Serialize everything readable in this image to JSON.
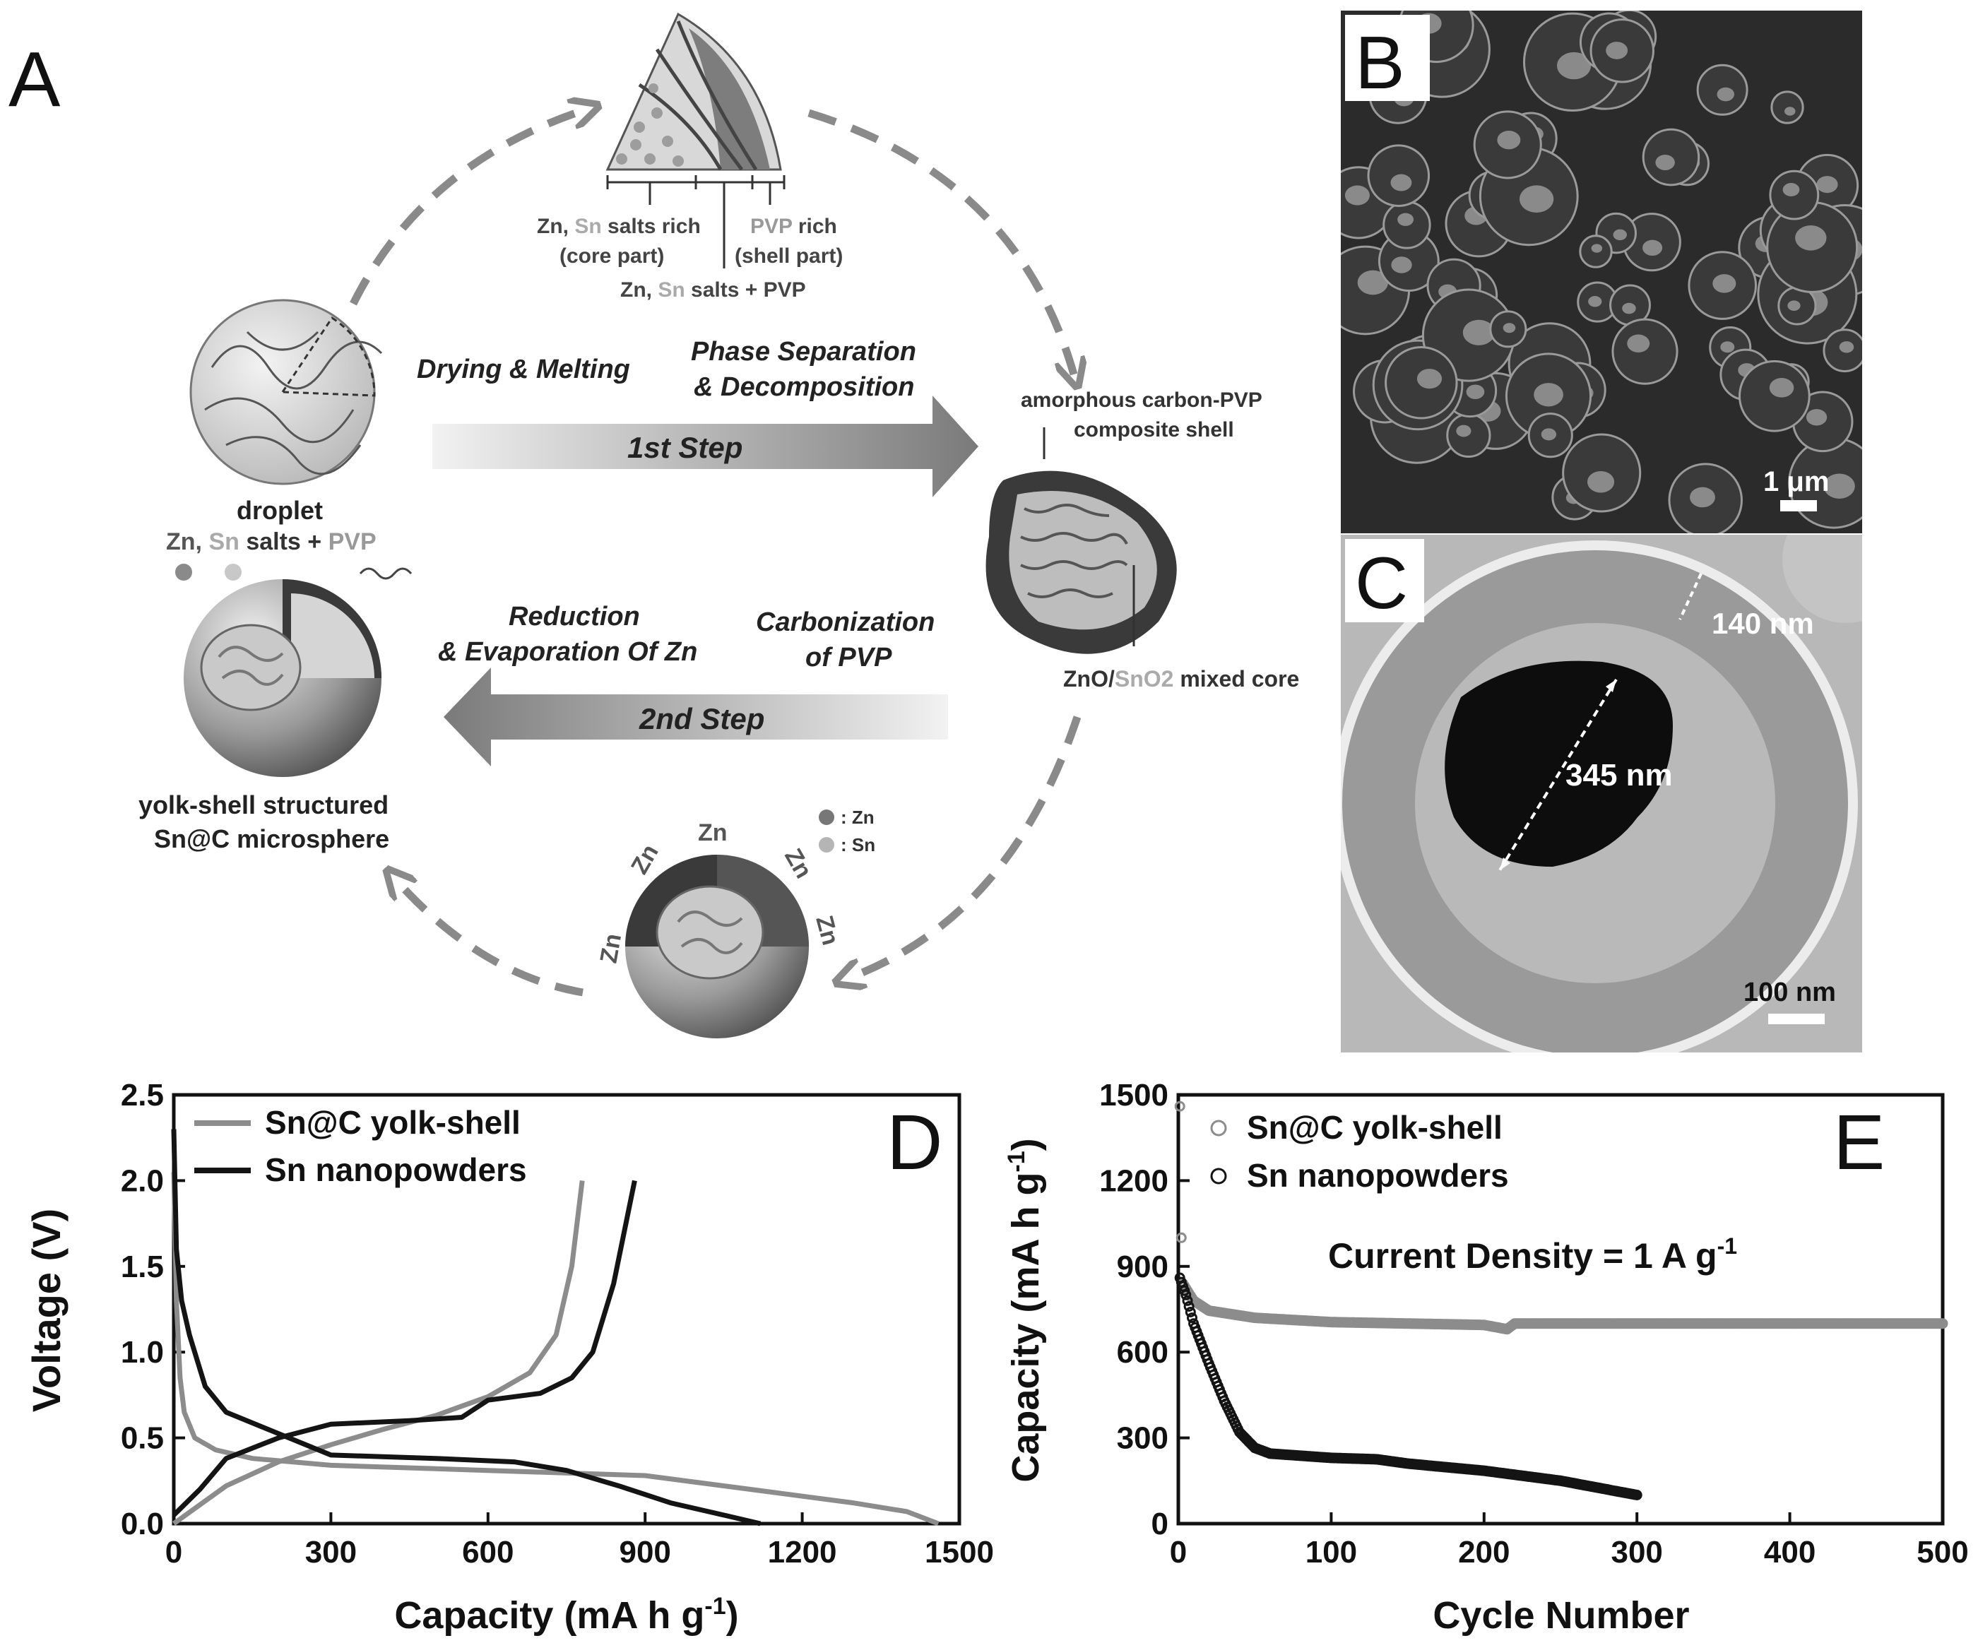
{
  "panel_labels": {
    "a": "A",
    "b": "B",
    "c": "C",
    "d": "D",
    "e": "E"
  },
  "schematic": {
    "top_labels": {
      "zn": "Zn,",
      "sn": "Sn",
      "salts_rich": "salts rich",
      "core_part": "(core part)",
      "pvp": "PVP",
      "rich": "rich",
      "shell_part": "(shell part)",
      "salts_pvp": "salts + PVP"
    },
    "droplet": {
      "label": "droplet",
      "salts_pvp": "salts + PVP",
      "pvp": "PVP"
    },
    "step1": {
      "left_title": "Drying & Melting",
      "right_title_1": "Phase Separation",
      "right_title_2": "& Decomposition",
      "arrow_label": "1st Step"
    },
    "step2": {
      "left_title_1": "Reduction",
      "left_title_2": "& Evaporation Of Zn",
      "right_title_1": "Carbonization",
      "right_title_2": "of PVP",
      "arrow_label": "2nd Step"
    },
    "right_sphere": {
      "shell_label_1": "amorphous carbon-PVP",
      "shell_label_2": "composite shell",
      "core_zno": "ZnO/",
      "core_sno2": "SnO2",
      "core_rest": "mixed core"
    },
    "yolk": {
      "label_1": "yolk-shell structured",
      "label_2": "Sn@C microsphere"
    },
    "bottom_sphere": {
      "zn": "Zn",
      "legend_zn": ": Zn",
      "legend_sn": ": Sn"
    }
  },
  "sem": {
    "scale": "1 μm"
  },
  "tem": {
    "shell": "140 nm",
    "core": "345 nm",
    "scale": "100 nm"
  },
  "colors": {
    "series_gray": "#8c8c8c",
    "series_black": "#141414",
    "arrow_gray": "#8a8a8a"
  },
  "chart_data": [
    {
      "type": "line",
      "panel": "D",
      "xlabel": "Capacity (mA h g-1)",
      "ylabel": "Voltage (V)",
      "xlim": [
        0,
        1500
      ],
      "ylim": [
        0,
        2.5
      ],
      "xticks": [
        "0",
        "300",
        "600",
        "900",
        "1200",
        "1500"
      ],
      "yticks": [
        "0.0",
        "0.5",
        "1.0",
        "1.5",
        "2.0",
        "2.5"
      ],
      "legend": "top-left",
      "series": [
        {
          "name": "Sn@C yolk-shell",
          "color": "#8c8c8c",
          "curves": [
            [
              [
                0,
                2.05
              ],
              [
                5,
                1.3
              ],
              [
                12,
                0.85
              ],
              [
                20,
                0.65
              ],
              [
                40,
                0.5
              ],
              [
                80,
                0.43
              ],
              [
                150,
                0.38
              ],
              [
                300,
                0.34
              ],
              [
                600,
                0.31
              ],
              [
                900,
                0.28
              ],
              [
                1100,
                0.2
              ],
              [
                1300,
                0.12
              ],
              [
                1400,
                0.07
              ],
              [
                1460,
                0.0
              ]
            ],
            [
              [
                0,
                0.0
              ],
              [
                100,
                0.22
              ],
              [
                200,
                0.36
              ],
              [
                300,
                0.46
              ],
              [
                400,
                0.55
              ],
              [
                500,
                0.63
              ],
              [
                600,
                0.74
              ],
              [
                680,
                0.88
              ],
              [
                730,
                1.1
              ],
              [
                760,
                1.5
              ],
              [
                780,
                2.0
              ]
            ]
          ]
        },
        {
          "name": "Sn nanopowders",
          "color": "#141414",
          "curves": [
            [
              [
                0,
                2.3
              ],
              [
                5,
                1.6
              ],
              [
                15,
                1.3
              ],
              [
                30,
                1.1
              ],
              [
                60,
                0.8
              ],
              [
                100,
                0.65
              ],
              [
                180,
                0.55
              ],
              [
                300,
                0.4
              ],
              [
                500,
                0.38
              ],
              [
                650,
                0.36
              ],
              [
                750,
                0.31
              ],
              [
                850,
                0.22
              ],
              [
                950,
                0.12
              ],
              [
                1050,
                0.05
              ],
              [
                1120,
                0.0
              ]
            ],
            [
              [
                0,
                0.05
              ],
              [
                50,
                0.2
              ],
              [
                100,
                0.38
              ],
              [
                200,
                0.5
              ],
              [
                300,
                0.58
              ],
              [
                450,
                0.6
              ],
              [
                550,
                0.62
              ],
              [
                600,
                0.72
              ],
              [
                700,
                0.76
              ],
              [
                760,
                0.85
              ],
              [
                800,
                1.0
              ],
              [
                840,
                1.4
              ],
              [
                880,
                2.0
              ]
            ]
          ]
        }
      ]
    },
    {
      "type": "scatter",
      "panel": "E",
      "xlabel": "Cycle Number",
      "ylabel": "Capacity (mA h g-1)",
      "xlim": [
        0,
        500
      ],
      "ylim": [
        0,
        1500
      ],
      "xticks": [
        "0",
        "100",
        "200",
        "300",
        "400",
        "500"
      ],
      "yticks": [
        "0",
        "300",
        "600",
        "900",
        "1200",
        "1500"
      ],
      "annotation": "Current Density = 1 A g-1",
      "legend": "top-left",
      "series": [
        {
          "name": "Sn@C yolk-shell",
          "color": "#8c8c8c",
          "n_cycles": 500,
          "points": [
            [
              1,
              1460
            ],
            [
              2,
              1000
            ],
            [
              3,
              840
            ],
            [
              10,
              780
            ],
            [
              20,
              745
            ],
            [
              50,
              720
            ],
            [
              100,
              705
            ],
            [
              150,
              700
            ],
            [
              200,
              695
            ],
            [
              215,
              680
            ],
            [
              220,
              700
            ],
            [
              300,
              700
            ],
            [
              400,
              700
            ],
            [
              500,
              700
            ]
          ]
        },
        {
          "name": "Sn nanopowders",
          "color": "#141414",
          "n_cycles": 300,
          "points": [
            [
              1,
              860
            ],
            [
              5,
              800
            ],
            [
              10,
              700
            ],
            [
              20,
              560
            ],
            [
              30,
              430
            ],
            [
              40,
              320
            ],
            [
              50,
              265
            ],
            [
              60,
              245
            ],
            [
              100,
              230
            ],
            [
              130,
              225
            ],
            [
              150,
              210
            ],
            [
              200,
              185
            ],
            [
              250,
              150
            ],
            [
              300,
              100
            ]
          ]
        }
      ]
    }
  ]
}
